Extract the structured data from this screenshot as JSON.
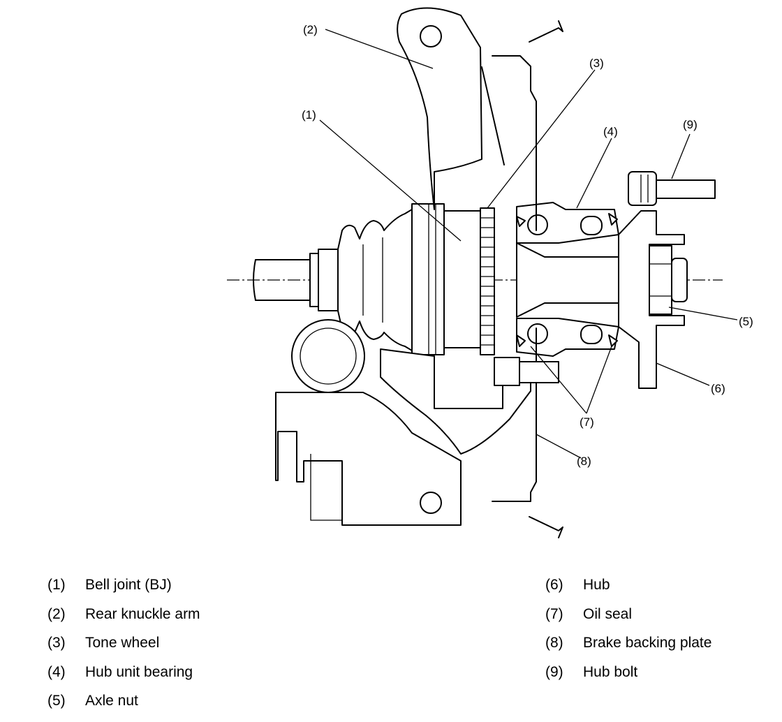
{
  "callouts": {
    "c1": "(1)",
    "c2": "(2)",
    "c3": "(3)",
    "c4": "(4)",
    "c5": "(5)",
    "c6": "(6)",
    "c7": "(7)",
    "c8": "(8)",
    "c9": "(9)"
  },
  "legend": {
    "left": [
      {
        "num": "(1)",
        "label": "Bell joint (BJ)"
      },
      {
        "num": "(2)",
        "label": "Rear knuckle arm"
      },
      {
        "num": "(3)",
        "label": "Tone wheel"
      },
      {
        "num": "(4)",
        "label": "Hub unit bearing"
      },
      {
        "num": "(5)",
        "label": "Axle nut"
      }
    ],
    "right": [
      {
        "num": "(6)",
        "label": "Hub"
      },
      {
        "num": "(7)",
        "label": "Oil seal"
      },
      {
        "num": "(8)",
        "label": "Brake backing plate"
      },
      {
        "num": "(9)",
        "label": "Hub bolt"
      }
    ]
  }
}
